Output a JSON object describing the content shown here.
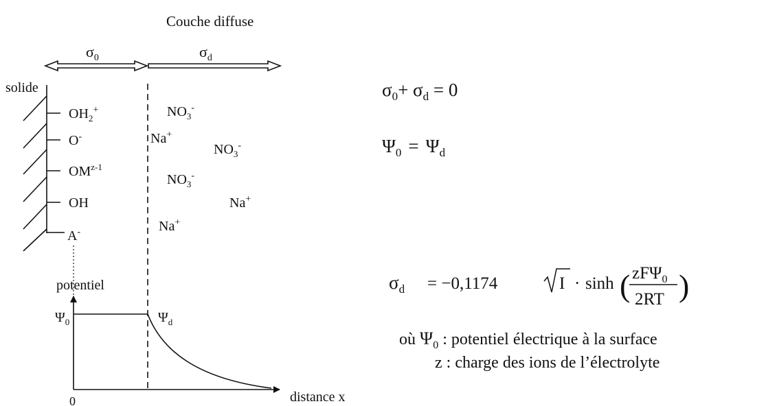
{
  "diagram": {
    "header": "Couche diffuse",
    "arrow_left_label": "σ",
    "arrow_left_sub": "0",
    "arrow_right_label": "σ",
    "arrow_right_sub": "d",
    "solid_label": "solide",
    "surface_groups": [
      {
        "main": "OH",
        "sub": "2",
        "sup": "+"
      },
      {
        "main": "O",
        "sub": "",
        "sup": "-"
      },
      {
        "main": "OM",
        "sub": "",
        "sup": "z-1"
      },
      {
        "main": "OH",
        "sub": "",
        "sup": ""
      },
      {
        "main": "A",
        "sub": "",
        "sup": "-"
      }
    ],
    "ions": [
      {
        "main": "NO",
        "sub": "3",
        "sup": "-"
      },
      {
        "main": "Na",
        "sub": "",
        "sup": "+"
      },
      {
        "main": "NO",
        "sub": "3",
        "sup": "-"
      },
      {
        "main": "NO",
        "sub": "3",
        "sup": "-"
      },
      {
        "main": "Na",
        "sub": "",
        "sup": "+"
      },
      {
        "main": "Na",
        "sub": "",
        "sup": "+"
      }
    ],
    "graph": {
      "y_label": "potentiel",
      "x_label": "distance x",
      "origin": "0",
      "psi0_sym": "Ψ",
      "psi0_sub": "0",
      "psid_sym": "Ψ",
      "psid_sub": "d"
    }
  },
  "equations": {
    "eq1": {
      "s1": "σ",
      "s1sub": "0",
      "plus": "+ ",
      "s2": "σ",
      "s2sub": "d",
      "rhs": " = 0"
    },
    "eq2": {
      "p1": "Ψ",
      "p1sub": "0",
      "eq": "=",
      "p2": "Ψ",
      "p2sub": "d"
    },
    "eq3": {
      "lhs": "σ",
      "lhs_sub": "d",
      "eq": "= −0,1174",
      "sqrt_arg": "I",
      "dot": "·",
      "func": "sinh",
      "num": "zFΨ",
      "num_sub": "0",
      "den": "2RT"
    },
    "note": {
      "line1_prefix": "où",
      "line1_sym": "Ψ",
      "line1_sub": "0",
      "line1_text": " : potentiel électrique à la surface",
      "line2": "z : charge des ions de l’électrolyte"
    }
  }
}
